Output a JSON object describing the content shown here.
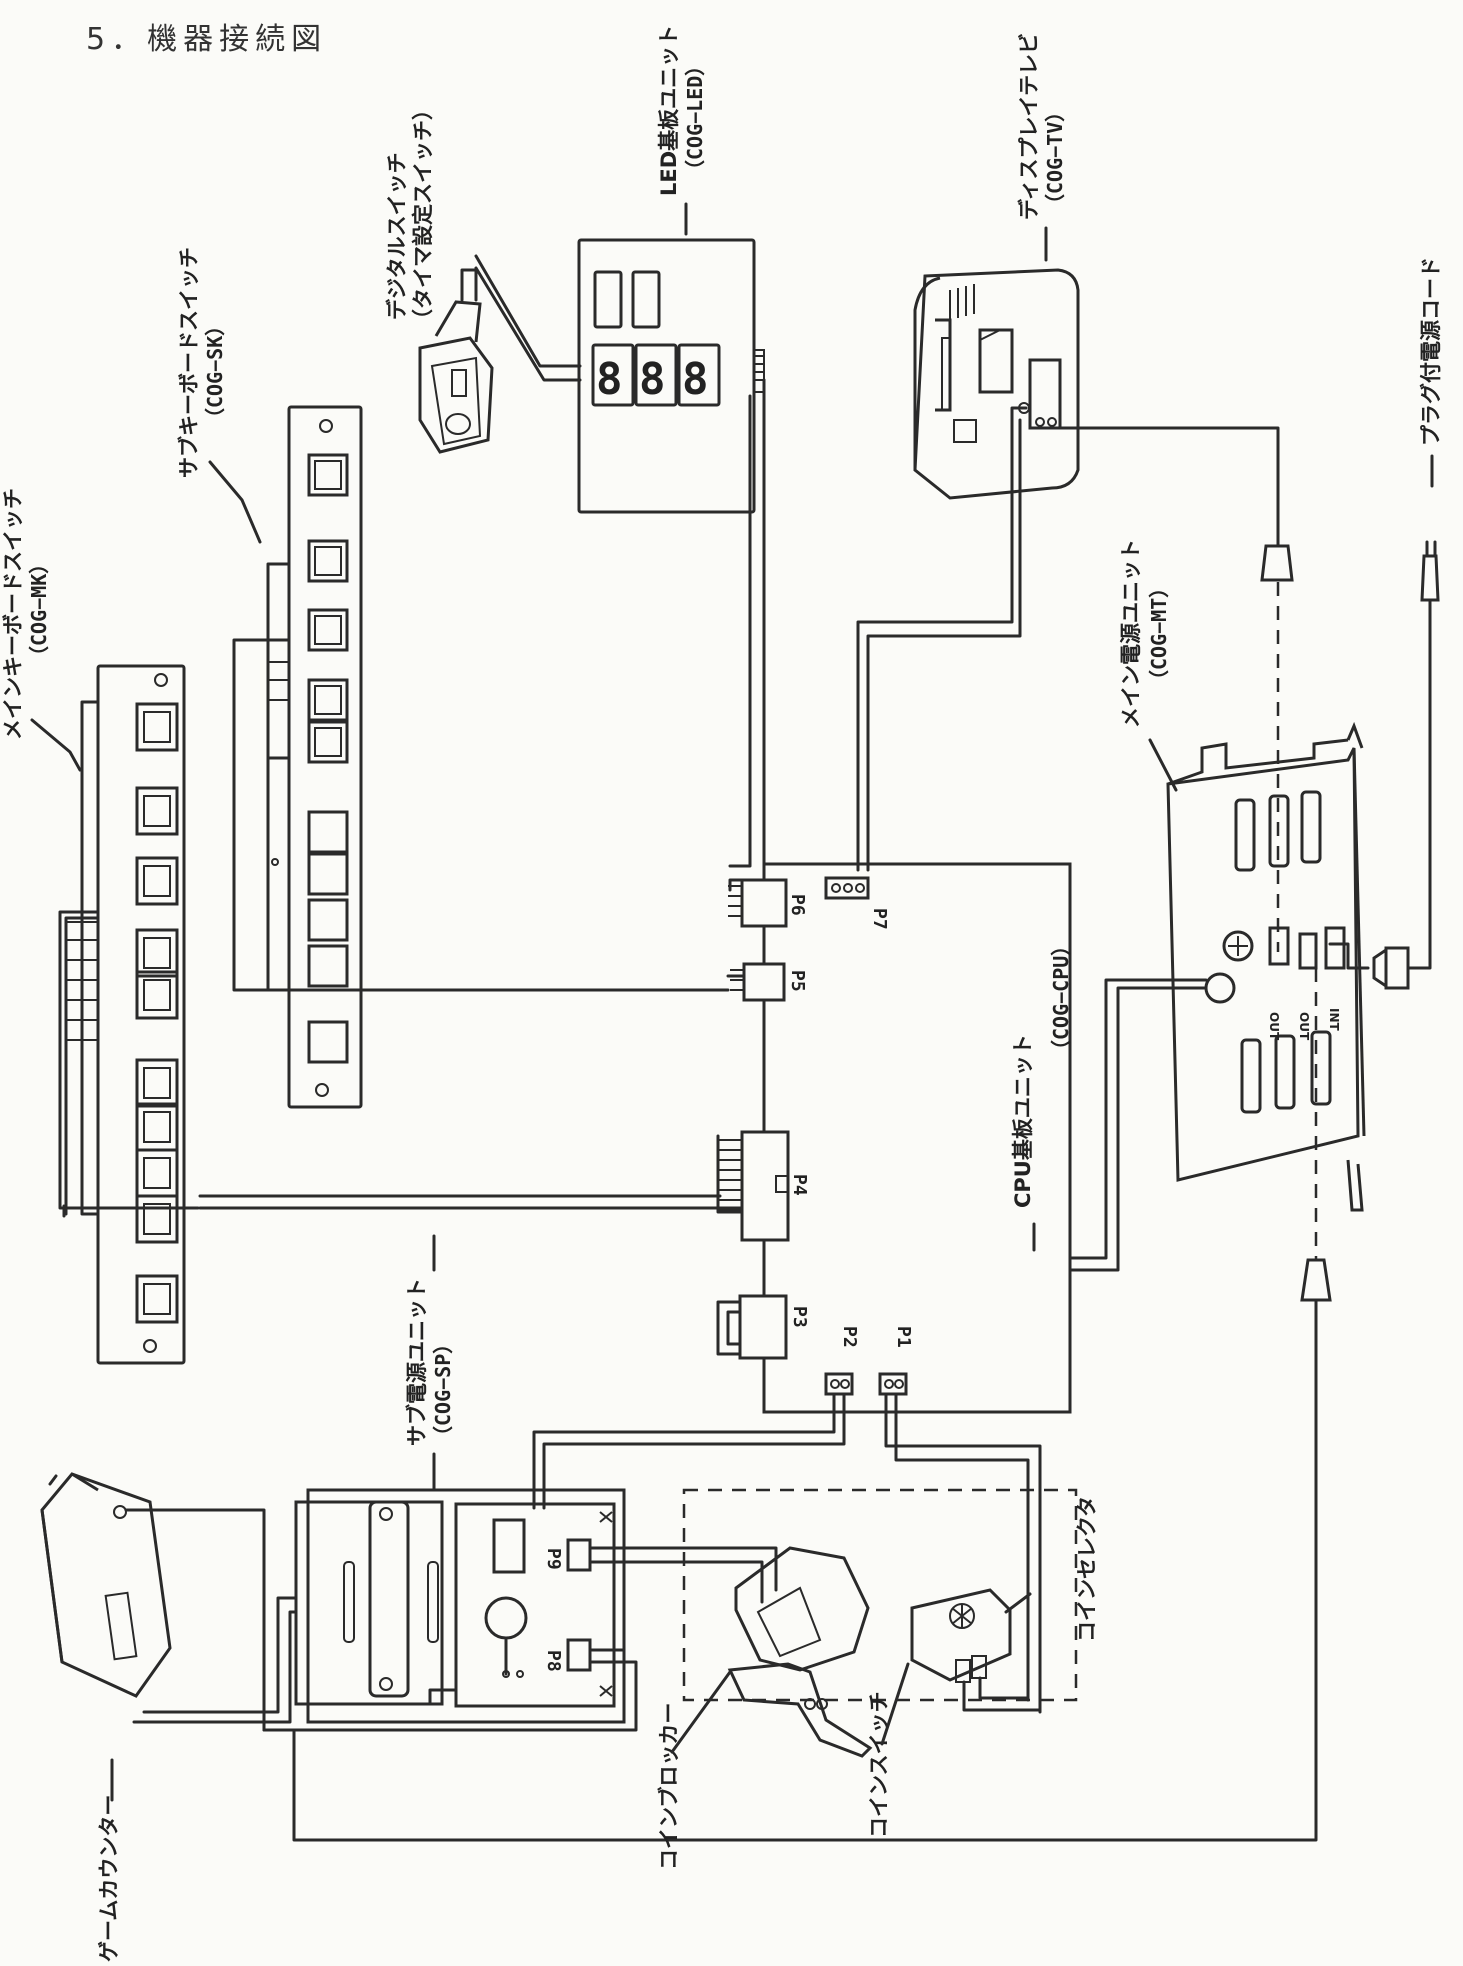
{
  "title": "5．機器接続図",
  "units": {
    "main_keyboard": {
      "name": "メインキーボードスイッチ",
      "code": "（COG−MK）"
    },
    "sub_keyboard": {
      "name": "サブキーボードスイッチ",
      "code": "（COG−SK）"
    },
    "digital_switch": {
      "name": "デジタルスイッチ",
      "code": "（タイマ設定スイッチ）"
    },
    "led_board": {
      "name": "LED基板ユニット",
      "code": "（COG−LED）"
    },
    "display_tv": {
      "name": "ディスプレイテレビ",
      "code": "（COG−TV）"
    },
    "plug_cord": {
      "name": "プラグ付電源コード"
    },
    "main_power": {
      "name": "メイン電源ユニット",
      "code": "（COG−MT）"
    },
    "cpu_board": {
      "name": "CPU基板ユニット",
      "code": "（COG−CPU）"
    },
    "sub_power": {
      "name": "サブ電源ユニット",
      "code": "（COG−SP）"
    },
    "coin_selector": {
      "name": "コインセレクタ"
    },
    "coin_blocker": {
      "name": "コインブロッカー"
    },
    "coin_switch": {
      "name": "コインスイッチ"
    },
    "game_counter": {
      "name": "ゲームカウンター"
    }
  },
  "ports": [
    "P1",
    "P2",
    "P3",
    "P4",
    "P5",
    "P6",
    "P7",
    "P8",
    "P9"
  ],
  "power_labels": {
    "out1": "OUT",
    "out2": "OUT",
    "inlet": "INT"
  }
}
